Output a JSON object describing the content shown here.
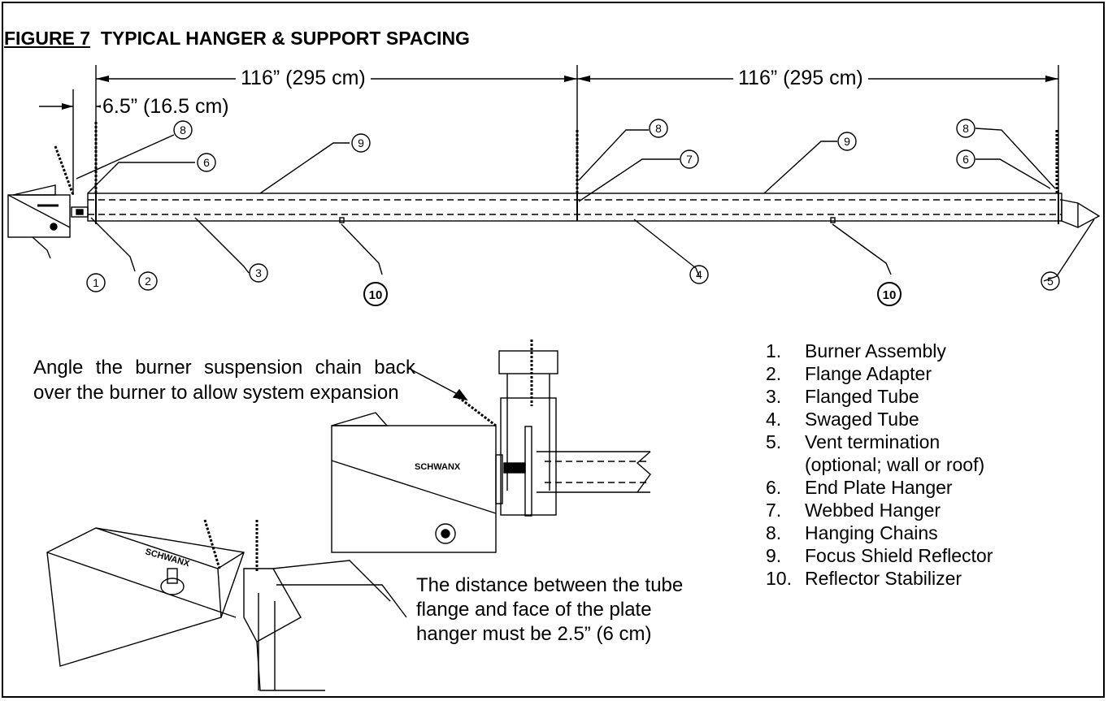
{
  "title": {
    "figure": "FIGURE 7",
    "text": "TYPICAL HANGER & SUPPORT SPACING"
  },
  "dimensions": {
    "span1": "116” (295 cm)",
    "span2": "116” (295 cm)",
    "offset": "6.5” (16.5 cm)"
  },
  "callouts": [
    "1",
    "2",
    "3",
    "4",
    "5",
    "6",
    "7",
    "8",
    "9",
    "10"
  ],
  "brand_label": "SCHWANX",
  "note_chain": "Angle the burner suspension chain back over the burner to allow system expansion",
  "note_gap": "The distance between the tube flange and face of the plate hanger must be 2.5”  (6 cm)",
  "legend": [
    {
      "n": "1.",
      "text": "Burner Assembly"
    },
    {
      "n": "2.",
      "text": "Flange Adapter"
    },
    {
      "n": "3.",
      "text": "Flanged Tube"
    },
    {
      "n": "4.",
      "text": "Swaged Tube"
    },
    {
      "n": "5.",
      "text": "Vent termination",
      "sub": "(optional; wall or roof)"
    },
    {
      "n": "6.",
      "text": "End Plate Hanger"
    },
    {
      "n": "7.",
      "text": "Webbed Hanger"
    },
    {
      "n": "8.",
      "text": "Hanging Chains"
    },
    {
      "n": "9.",
      "text": "Focus Shield Reflector"
    },
    {
      "n": "10.",
      "text": "Reflector Stabilizer"
    }
  ]
}
